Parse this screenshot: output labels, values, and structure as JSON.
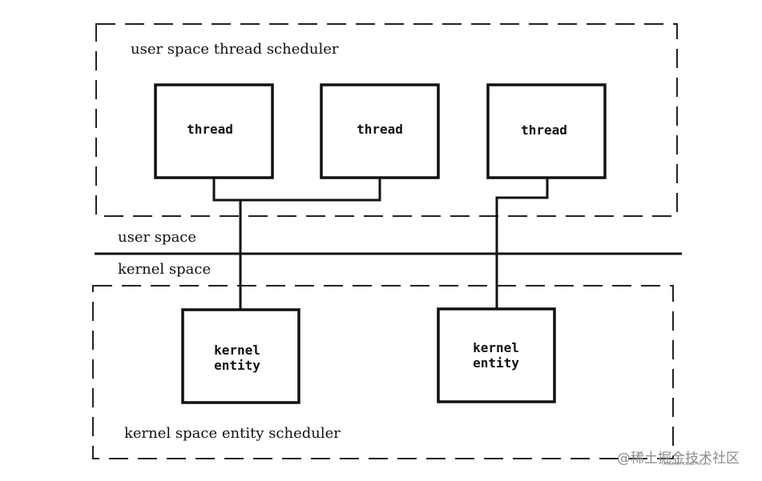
{
  "user_scheduler": {
    "label": "user space thread scheduler",
    "threads": [
      {
        "label": "thread"
      },
      {
        "label": "thread"
      },
      {
        "label": "thread"
      }
    ]
  },
  "boundary": {
    "upper_label": "user space",
    "lower_label": "kernel space"
  },
  "kernel_scheduler": {
    "label": "kernel space entity scheduler",
    "entities": [
      {
        "line1": "kernel",
        "line2": "entity"
      },
      {
        "line1": "kernel",
        "line2": "entity"
      }
    ]
  },
  "watermark": {
    "text": "@稀土掘金技术社区",
    "small_text": "Atlassian Cloud Forums"
  }
}
